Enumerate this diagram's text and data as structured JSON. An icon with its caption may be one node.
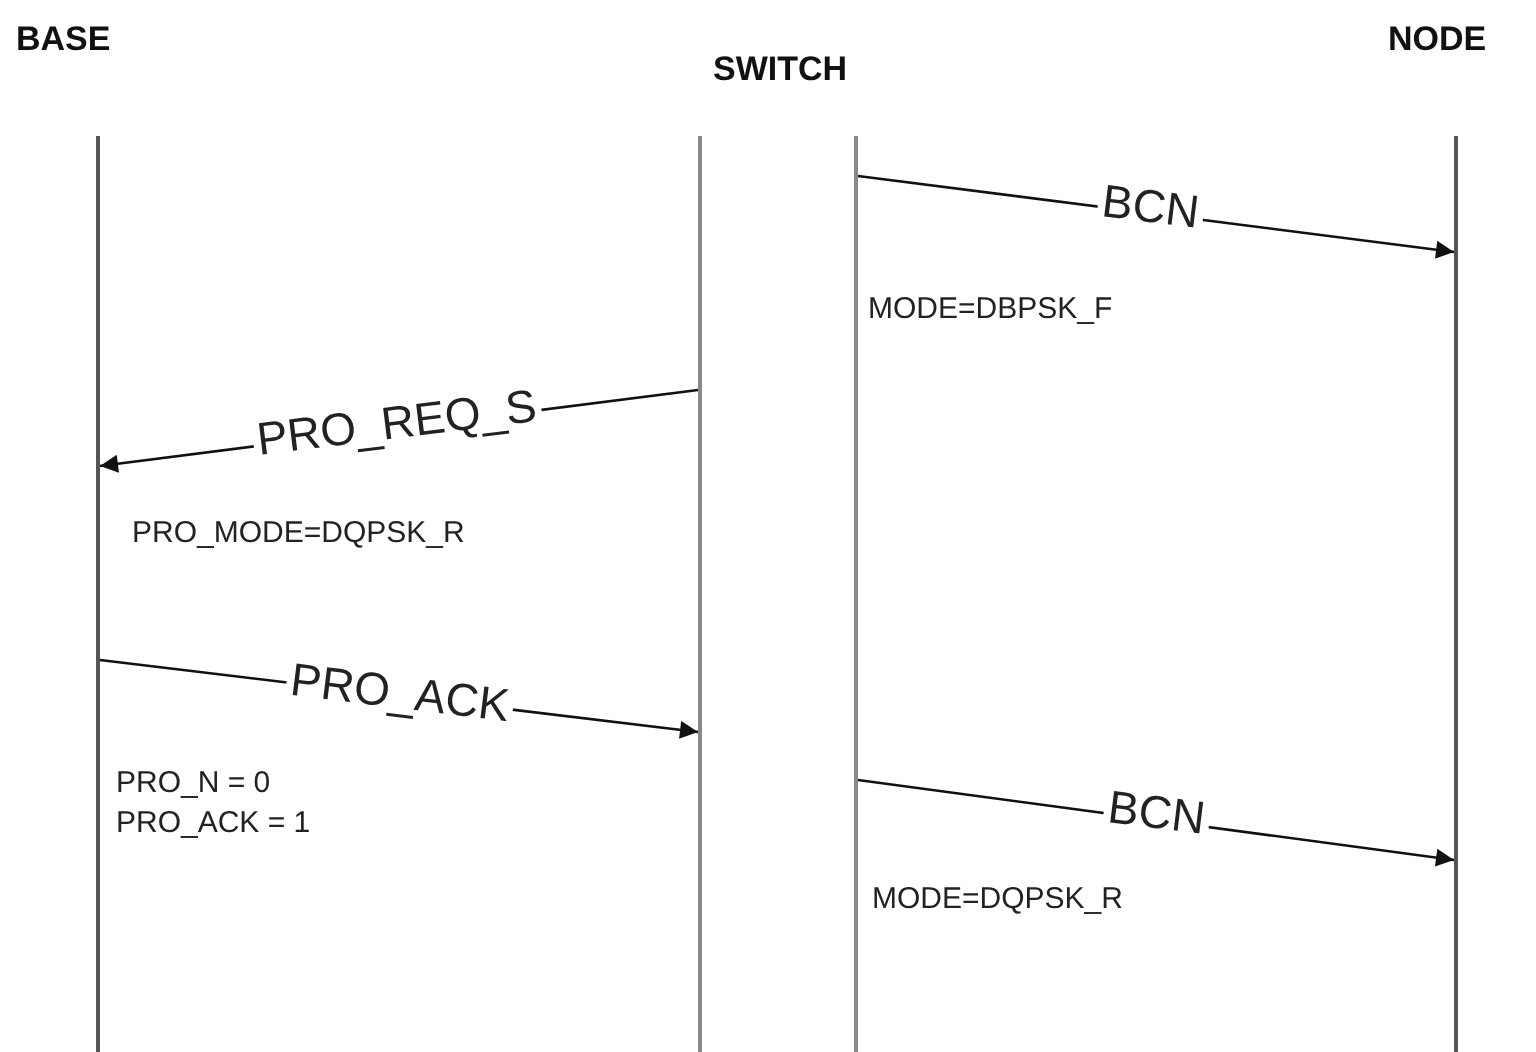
{
  "diagram": {
    "nodes": [
      {
        "text": [
          "BASE"
        ]
      },
      {
        "text": [
          "SWITCH"
        ]
      },
      {
        "text": [
          "NODE"
        ]
      }
    ],
    "edges": [
      {
        "from": 1,
        "to": 2,
        "arrow": "to",
        "label": "BCN"
      },
      {
        "from": 1,
        "to": 0,
        "arrow": "to",
        "label": "PRO_REQ_S"
      },
      {
        "from": 0,
        "to": 1,
        "arrow": "to",
        "label": "PRO_ACK"
      },
      {
        "from": 1,
        "to": 2,
        "arrow": "to",
        "label": "BCN"
      }
    ],
    "labels": [
      "MODE=DBPSK_F",
      "PRO_MODE=DQPSK_R",
      "PRO_N = 0",
      "PRO_ACK = 1",
      "MODE=DQPSK_R"
    ]
  }
}
